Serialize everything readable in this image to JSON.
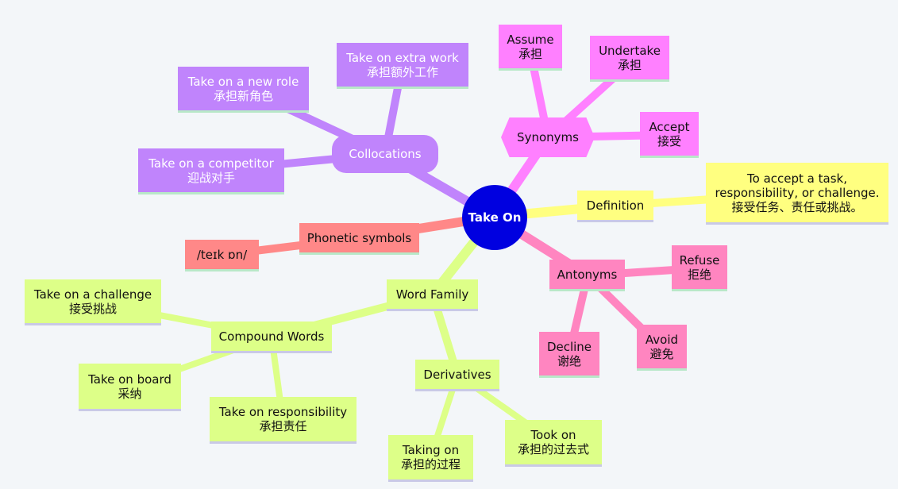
{
  "center": {
    "label": "Take On"
  },
  "branches": {
    "collocations": {
      "label": "Collocations",
      "items": [
        {
          "en": "Take on extra work",
          "zh": "承担额外工作"
        },
        {
          "en": "Take on a new role",
          "zh": "承担新角色"
        },
        {
          "en": "Take on a competitor",
          "zh": "迎战对手"
        }
      ]
    },
    "synonyms": {
      "label": "Synonyms",
      "items": [
        {
          "en": "Assume",
          "zh": "承担"
        },
        {
          "en": "Undertake",
          "zh": "承担"
        },
        {
          "en": "Accept",
          "zh": "接受"
        }
      ]
    },
    "definition": {
      "label": "Definition",
      "text_en_1": "To accept a task,",
      "text_en_2": "responsibility, or challenge.",
      "text_zh": "接受任务、责任或挑战。"
    },
    "antonyms": {
      "label": "Antonyms",
      "items": [
        {
          "en": "Refuse",
          "zh": "拒绝"
        },
        {
          "en": "Decline",
          "zh": "谢绝"
        },
        {
          "en": "Avoid",
          "zh": "避免"
        }
      ]
    },
    "phonetic": {
      "label": "Phonetic symbols",
      "value": "/teɪk ɒn/"
    },
    "word_family": {
      "label": "Word Family",
      "compound": {
        "label": "Compound Words",
        "items": [
          {
            "en": "Take on a challenge",
            "zh": "接受挑战"
          },
          {
            "en": "Take on board",
            "zh": "采纳"
          },
          {
            "en": "Take on responsibility",
            "zh": "承担责任"
          }
        ]
      },
      "derivatives": {
        "label": "Derivatives",
        "items": [
          {
            "en": "Taking on",
            "zh": "承担的过程"
          },
          {
            "en": "Took on",
            "zh": "承担的过去式"
          }
        ]
      }
    }
  },
  "colors": {
    "center": "#0000e0",
    "collocations": "#c084fc",
    "synonyms": "#ff80ff",
    "definition": "#ffff80",
    "antonyms": "#ff85c0",
    "phonetic": "#ff8888",
    "word_family": "#ddff88",
    "background": "#f3f6f9"
  }
}
